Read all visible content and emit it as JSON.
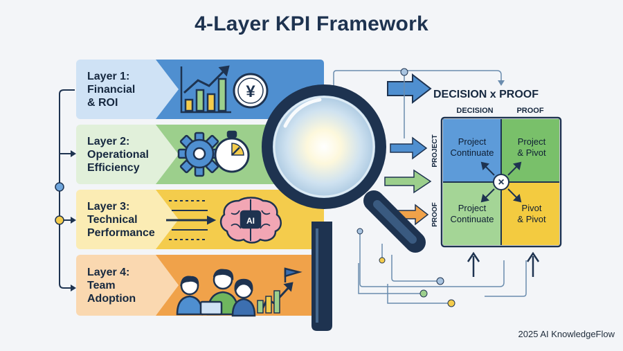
{
  "title": "4-Layer KPI Framework",
  "layers": [
    {
      "label": "Layer 1:\nFinancial\n& ROI",
      "icon": "chart-yen-icon",
      "color": "#4f8fd0"
    },
    {
      "label": "Layer 2:\nOperational\nEfficiency",
      "icon": "gear-stopwatch-icon",
      "color": "#9ccf8c"
    },
    {
      "label": "Layer 3:\nTechnical\nPerformance",
      "icon": "ai-brain-icon",
      "color": "#f4cc4c"
    },
    {
      "label": "Layer 4:\nTeam\nAdoption",
      "icon": "team-growth-icon",
      "color": "#f0a24a"
    }
  ],
  "yen_symbol": "¥",
  "ai_label": "AI",
  "matrix": {
    "title": "DECISION x PROOF",
    "col_headers": [
      "DECISION",
      "PROOF"
    ],
    "row_labels": [
      "PROJECT",
      "PROOF"
    ],
    "cells": [
      {
        "text": "Project\nContinuate",
        "color": "#5d9bd9"
      },
      {
        "text": "Project\n& Pivot",
        "color": "#79c06a"
      },
      {
        "text": "Project\nContinuate",
        "color": "#a4d596"
      },
      {
        "text": "Pivot\n& Pivot",
        "color": "#f3cb40"
      }
    ],
    "center_symbol": "×"
  },
  "footer": "2025 AI KnowledgeFlow"
}
